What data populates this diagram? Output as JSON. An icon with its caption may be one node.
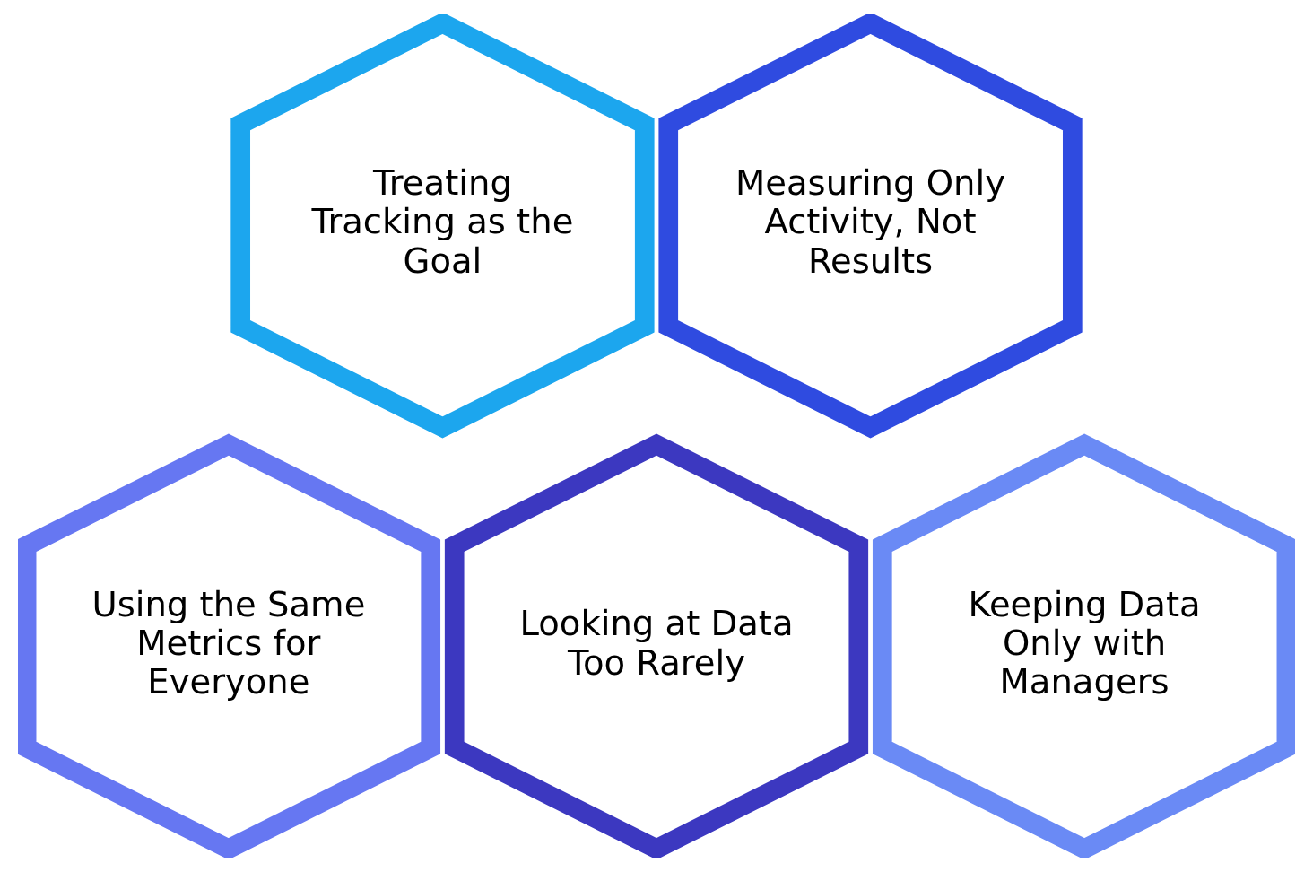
{
  "diagram": {
    "nodes": [
      {
        "text": [
          "Treating Tracking as the Goal"
        ]
      },
      {
        "text": [
          "Measuring Only Activity, Not Results"
        ]
      },
      {
        "text": [
          "Using the Same Metrics for Everyone"
        ]
      },
      {
        "text": [
          "Looking at Data Too Rarely"
        ]
      },
      {
        "text": [
          "Keeping Data Only with Managers"
        ]
      }
    ]
  }
}
